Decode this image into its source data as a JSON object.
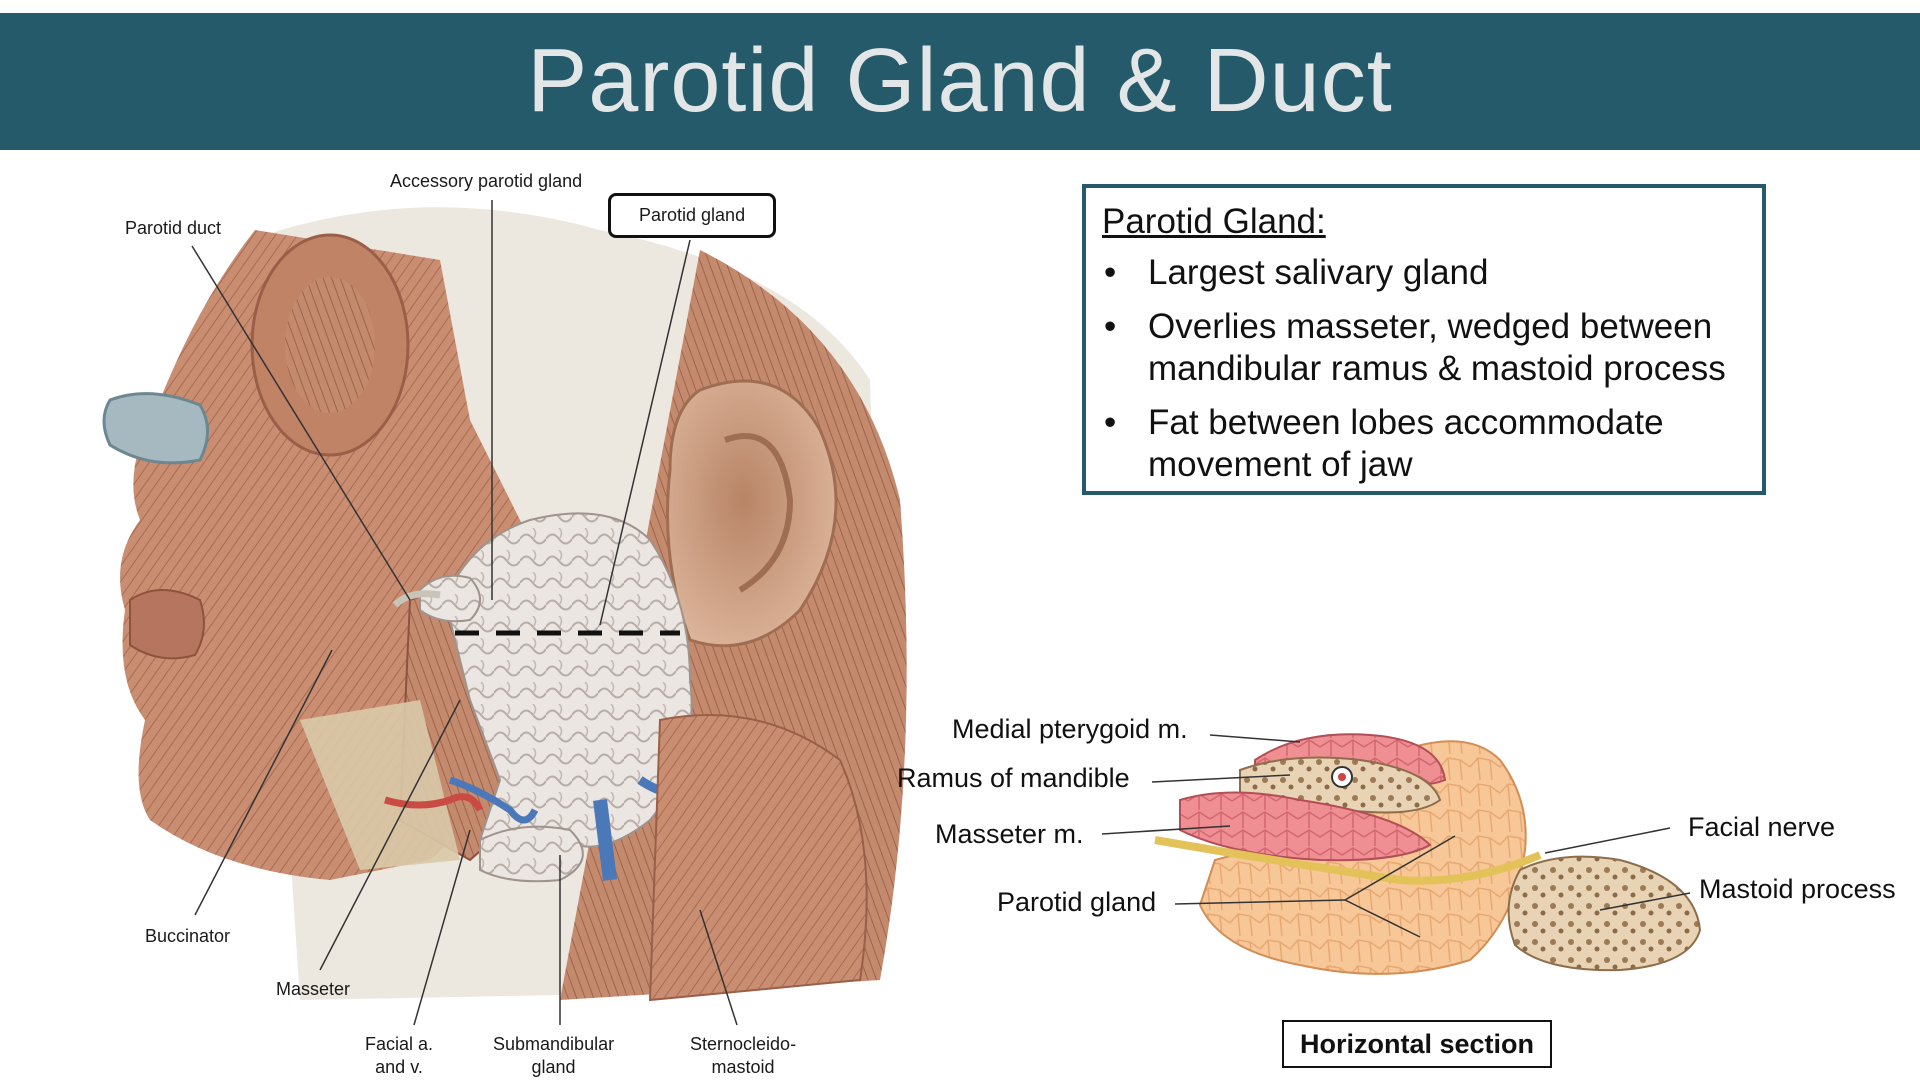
{
  "slide": {
    "title": "Parotid Gland & Duct"
  },
  "illustration": {
    "labels": {
      "accessory_parotid_gland": "Accessory parotid gland",
      "parotid_gland": "Parotid gland",
      "parotid_duct": "Parotid duct",
      "buccinator": "Buccinator",
      "masseter": "Masseter",
      "facial_a_line1": "Facial a.",
      "facial_a_line2": "and v.",
      "submandibular_line1": "Submandibular",
      "submandibular_line2": "gland",
      "sternocleido_line1": "Sternocleido-",
      "sternocleido_line2": "mastoid"
    },
    "colors": {
      "muscle": "#c98e72",
      "gland": "#ece6e2",
      "accent": "#245a6a"
    }
  },
  "info": {
    "heading": "Parotid Gland:",
    "bullets": [
      "Largest salivary gland",
      "Overlies masseter, wedged between mandibular ramus & mastoid process",
      "Fat between lobes accommodate movement of jaw"
    ]
  },
  "section": {
    "labels": {
      "medial_pterygoid": "Medial pterygoid m.",
      "ramus": "Ramus of mandible",
      "masseter": "Masseter m.",
      "parotid": "Parotid gland",
      "facial_nerve": "Facial nerve",
      "mastoid": "Mastoid process"
    },
    "caption": "Horizontal section"
  }
}
